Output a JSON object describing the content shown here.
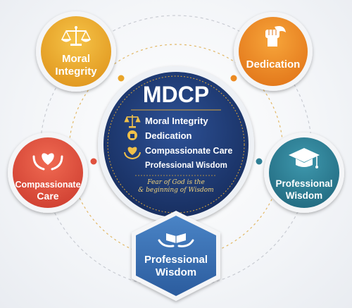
{
  "center": {
    "title": "MDCP",
    "items": [
      "Moral Integrity",
      "Dedication",
      "Compassionate Care",
      "Professional Wisdom"
    ],
    "motto_line1": "Fear of God is the",
    "motto_line2": "&  beginning of Wisdom"
  },
  "nodes": {
    "moral": {
      "line1": "Moral",
      "line2": "Integrity",
      "icon": "scales-icon",
      "color": "#e9a52a"
    },
    "dedication": {
      "line1": "Dedication",
      "icon": "raised-fist-icon",
      "color": "#ec8a22"
    },
    "compassionate": {
      "line1": "Compassionate",
      "line2": "Care",
      "icon": "heart-hands-icon",
      "color": "#e0513e"
    },
    "wisdom_right": {
      "line1": "Professional",
      "line2": "Wisdom",
      "icon": "graduation-cap-icon",
      "color": "#2f7f95"
    },
    "wisdom_bottom": {
      "line1": "Professional",
      "line2": "Wisdom",
      "icon": "book-hands-icon",
      "color": "#3a6fb0"
    }
  },
  "colors": {
    "navy": "#1f3a72",
    "gold": "#d9a53a"
  }
}
